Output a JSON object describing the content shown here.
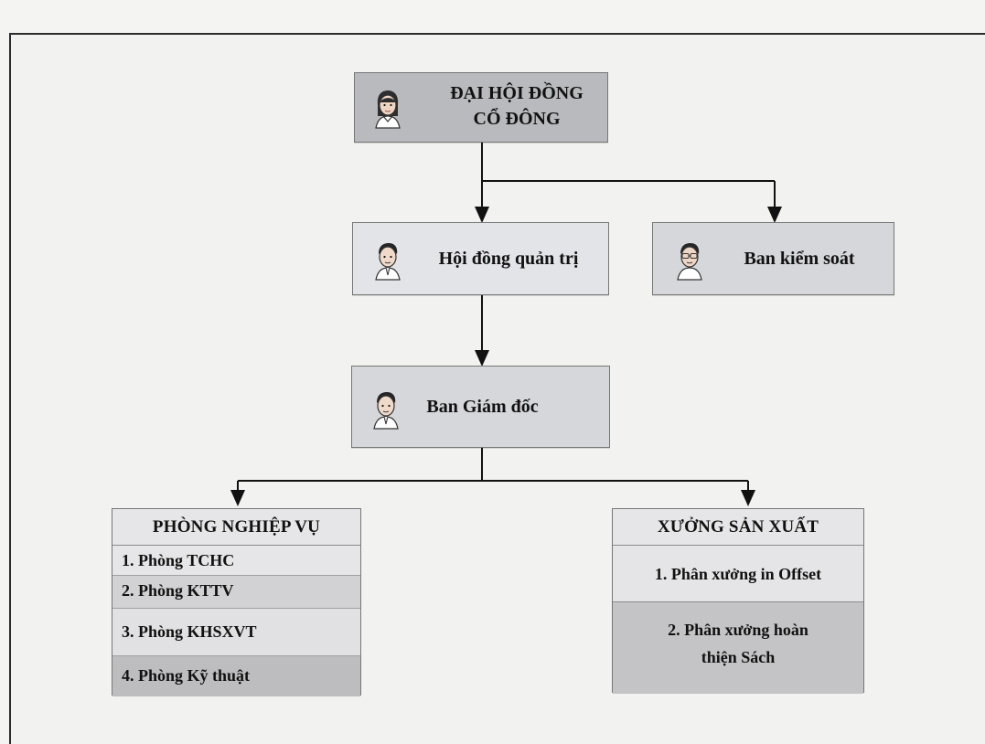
{
  "diagram": {
    "general_meeting": {
      "line1": "ĐẠI HỘI ĐỒNG",
      "line2": "CỔ ĐÔNG",
      "icon": "woman-avatar-icon"
    },
    "board": {
      "label": "Hội đồng quản trị",
      "icon": "man-avatar-icon"
    },
    "supervisory_board": {
      "label": "Ban kiểm soát",
      "icon": "man-avatar-icon"
    },
    "directors": {
      "label": "Ban Giám đốc",
      "icon": "man-avatar-icon"
    },
    "business_departments": {
      "title": "PHÒNG NGHIỆP VỤ",
      "items": [
        "1. Phòng TCHC",
        "2. Phòng KTTV",
        "3. Phòng KHSXVT",
        "4. Phòng Kỹ thuật"
      ]
    },
    "production": {
      "title": "XƯỞNG SẢN XUẤT",
      "items": [
        "1. Phân xưởng in Offset",
        "2. Phân xưởng hoàn",
        "thiện Sách"
      ]
    }
  },
  "colors": {
    "box_light": "#e3e4e8",
    "box_mid": "#d6d7db",
    "box_dark": "#b9babd",
    "connector": "#111111"
  }
}
